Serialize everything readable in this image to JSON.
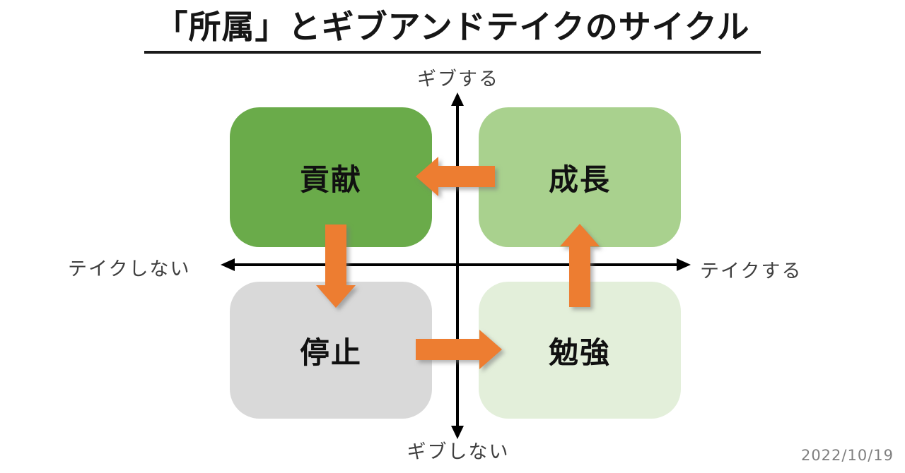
{
  "title": "「所属」とギブアンドテイクのサイクル",
  "axes": {
    "top_label": "ギブする",
    "bottom_label": "ギブしない",
    "left_label": "テイクしない",
    "right_label": "テイクする"
  },
  "quadrants": {
    "top_left": {
      "label": "貢献",
      "color": "#6aab4a"
    },
    "top_right": {
      "label": "成長",
      "color": "#a9d18e"
    },
    "bottom_left": {
      "label": "停止",
      "color": "#d9d9d9"
    },
    "bottom_right": {
      "label": "勉強",
      "color": "#e3efda"
    }
  },
  "cycle_arrows": [
    {
      "name": "arrow-growth-to-contribution",
      "direction": "left"
    },
    {
      "name": "arrow-contribution-to-stop",
      "direction": "down"
    },
    {
      "name": "arrow-stop-to-study",
      "direction": "right"
    },
    {
      "name": "arrow-study-to-growth",
      "direction": "up"
    }
  ],
  "date": "2022/10/19",
  "colors": {
    "arrow": "#ed7d31",
    "axis": "#000000",
    "axis_label": "#3f3f3f",
    "date": "#7f7f7f"
  }
}
